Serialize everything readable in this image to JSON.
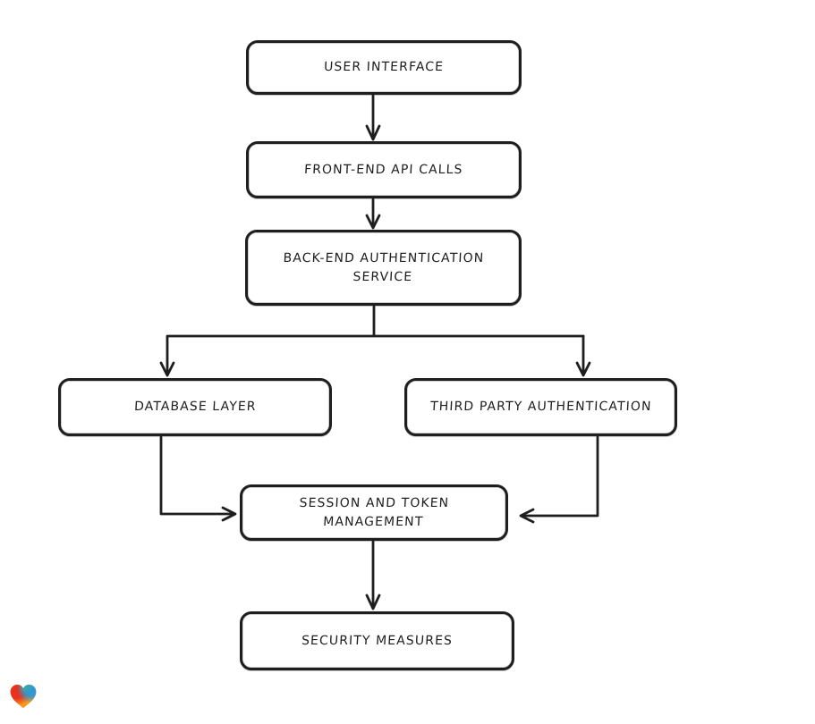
{
  "diagram": {
    "type": "flowchart",
    "style": "hand-drawn",
    "background_color": "#ffffff",
    "stroke_color": "#1e1e1e",
    "node_fill_color": "#ffffff",
    "nodes": [
      {
        "id": "user-interface",
        "label": "USER INTERFACE"
      },
      {
        "id": "front-end-api-calls",
        "label": "FRONT-END API CALLS"
      },
      {
        "id": "back-end-authentication-service",
        "label": "BACK-END AUTHENTICATION\nSERVICE"
      },
      {
        "id": "database-layer",
        "label": "DATABASE LAYER"
      },
      {
        "id": "third-party-authentication",
        "label": "THIRD PARTY AUTHENTICATION"
      },
      {
        "id": "session-and-token-management",
        "label": "SESSION AND TOKEN\nMANAGEMENT"
      },
      {
        "id": "security-measures",
        "label": "SECURITY MEASURES"
      }
    ],
    "edges": [
      {
        "from": "user-interface",
        "to": "front-end-api-calls"
      },
      {
        "from": "front-end-api-calls",
        "to": "back-end-authentication-service"
      },
      {
        "from": "back-end-authentication-service",
        "to": "database-layer"
      },
      {
        "from": "back-end-authentication-service",
        "to": "third-party-authentication"
      },
      {
        "from": "database-layer",
        "to": "session-and-token-management"
      },
      {
        "from": "third-party-authentication",
        "to": "session-and-token-management"
      },
      {
        "from": "session-and-token-management",
        "to": "security-measures"
      }
    ]
  },
  "watermark": {
    "icon": "gradient-heart-logo",
    "colors": {
      "red": "#e8301f",
      "blue": "#2898dd",
      "teal": "#35b0a2",
      "orange": "#f69b1d"
    }
  }
}
